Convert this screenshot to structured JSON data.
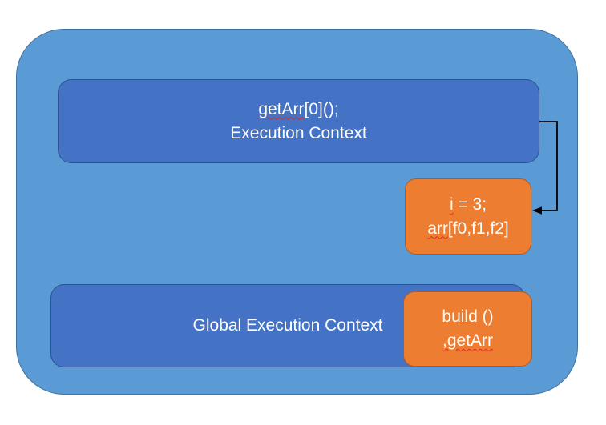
{
  "colors": {
    "canvas-bg": "#ffffff",
    "outer-fill": "#5b9bd5",
    "outer-border": "#41719c",
    "inner-fill": "#4472c4",
    "inner-border": "#2f528f",
    "orange-fill": "#ed7d31",
    "orange-border": "#ae5a21",
    "text": "#ffffff",
    "arrow": "#000000",
    "squiggle": "#e02b20"
  },
  "diagram": {
    "execution_context_box": {
      "line1_segments": [
        {
          "text": "getArr",
          "misspelled": true
        },
        {
          "text": "[0]();",
          "misspelled": false
        }
      ],
      "line2": "Execution Context"
    },
    "closure_box": {
      "line1_segments": [
        {
          "text": "i",
          "misspelled": true
        },
        {
          "text": " = 3;",
          "misspelled": false
        }
      ],
      "line2_segments": [
        {
          "text": "arr",
          "misspelled": true
        },
        {
          "text": "[f0,f1,f2]",
          "misspelled": false
        }
      ]
    },
    "global_context_box": {
      "label": "Global Execution Context"
    },
    "global_vars_box": {
      "line1_segments": [
        {
          "text": "build ()",
          "misspelled": false
        }
      ],
      "line2_segments": [
        {
          "text": ",getArr",
          "misspelled": true
        }
      ]
    }
  }
}
